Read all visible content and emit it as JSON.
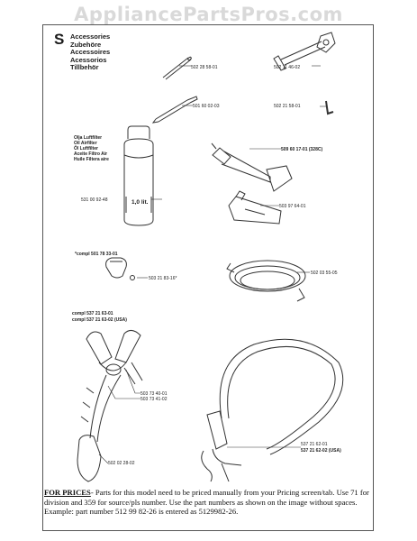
{
  "watermark": "AppliancePartsPros.com",
  "section": {
    "letter": "S",
    "titles": [
      "Accessories",
      "Zubehöre",
      "Accessoires",
      "Acessorios",
      "Tillbehör"
    ]
  },
  "oil_header": [
    "Olja Luftfilter",
    "Oil Airfilter",
    "Öl Luftfilter",
    "Aceite Filtro Air",
    "Huile Filtera aire"
  ],
  "oil_volume": "1,0 lit.",
  "parts": [
    {
      "key": "p1",
      "number": "502 28 58-01"
    },
    {
      "key": "p2",
      "number": "502 11 46-02"
    },
    {
      "key": "p3",
      "number": "501 60 02-03"
    },
    {
      "key": "p4",
      "number": "502 21 58-01"
    },
    {
      "key": "p5",
      "number": "509 60 17-01 (328C)"
    },
    {
      "key": "p6",
      "number": "531 00 92-48"
    },
    {
      "key": "p7",
      "number": "503 97 64-01"
    },
    {
      "key": "p8",
      "number": "*compl 501 78 33-01"
    },
    {
      "key": "p9",
      "number": "503 21 83-16*"
    },
    {
      "key": "p10",
      "number": "502 03 55-05"
    },
    {
      "key": "p11",
      "number": "compl 537 21 63-01"
    },
    {
      "key": "p12",
      "number": "compl 537 21 63-02 (USA)"
    },
    {
      "key": "p13",
      "number": "503 73 40-01"
    },
    {
      "key": "p14",
      "number": "503 73 41-02"
    },
    {
      "key": "p15",
      "number": "502 02 28-02"
    },
    {
      "key": "p16",
      "number": "537 21 62-01"
    },
    {
      "key": "p17",
      "number": "537 21 62-02 (USA)"
    }
  ],
  "footer": {
    "label": "FOR PRICES",
    "text": "- Parts for this model need to be priced manually from your Pricing screen/tab. Use 71 for division and 359 for source/pls number.  Use the part numbers as shown on the image without spaces.  Example: part number 512 99 82-26 is entered as 5129982-26."
  }
}
